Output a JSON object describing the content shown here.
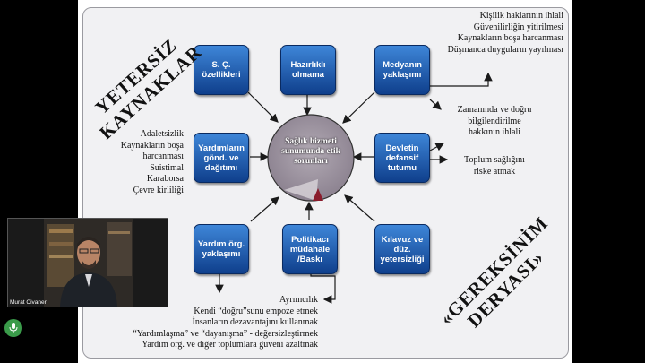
{
  "slide": {
    "title_left": [
      "YETERSİZ",
      "KAYNAKLAR"
    ],
    "title_right": [
      "«GEREKSİNİM",
      "DERYASI»"
    ],
    "center": "Sağlık hizmeti sunumunda etik sorunları",
    "boxes": {
      "sc": "S. Ç. özellikleri",
      "hazir": "Hazırlıklı olmama",
      "medya": "Medyanın yaklaşımı",
      "yardim_gond": "Yardımların gönd. ve dağıtımı",
      "devlet": "Devletin defansif tutumu",
      "yardim_org": "Yardım örg. yaklaşımı",
      "politikaci": "Politikacı müdahale /Baskı",
      "kilavuz": "Kılavuz ve düz. yetersizliği"
    },
    "top_right_list": [
      "Kişilik haklarının ihlali",
      "Güvenilirliğin yitirilmesi",
      "Kaynakların boşa harcanması",
      "Düşmanca duyguların yayılması"
    ],
    "mid_right_1": [
      "Zamanında ve doğru",
      "bilgilendirilme",
      "hakkının ihlali"
    ],
    "mid_right_2": [
      "Toplum sağlığını",
      "riske atmak"
    ],
    "left_list": [
      "Adaletsizlik",
      "Kaynakların boşa",
      "harcanması",
      "Suistimal",
      "Karaborsa",
      "Çevre kirliliği"
    ],
    "bottom_list": [
      "Ayrımcılık",
      "Kendi “doğru”sunu empoze etmek",
      "İnsanların dezavantajını kullanmak",
      "“Yardımlaşma” ve “dayanışma” - değersizleştirmek",
      "Yardım örg. ve diğer toplumlara güveni azaltmak"
    ]
  },
  "webcam": {
    "name": "Murat Civaner"
  },
  "icons": {
    "mic": "microphone-icon"
  }
}
